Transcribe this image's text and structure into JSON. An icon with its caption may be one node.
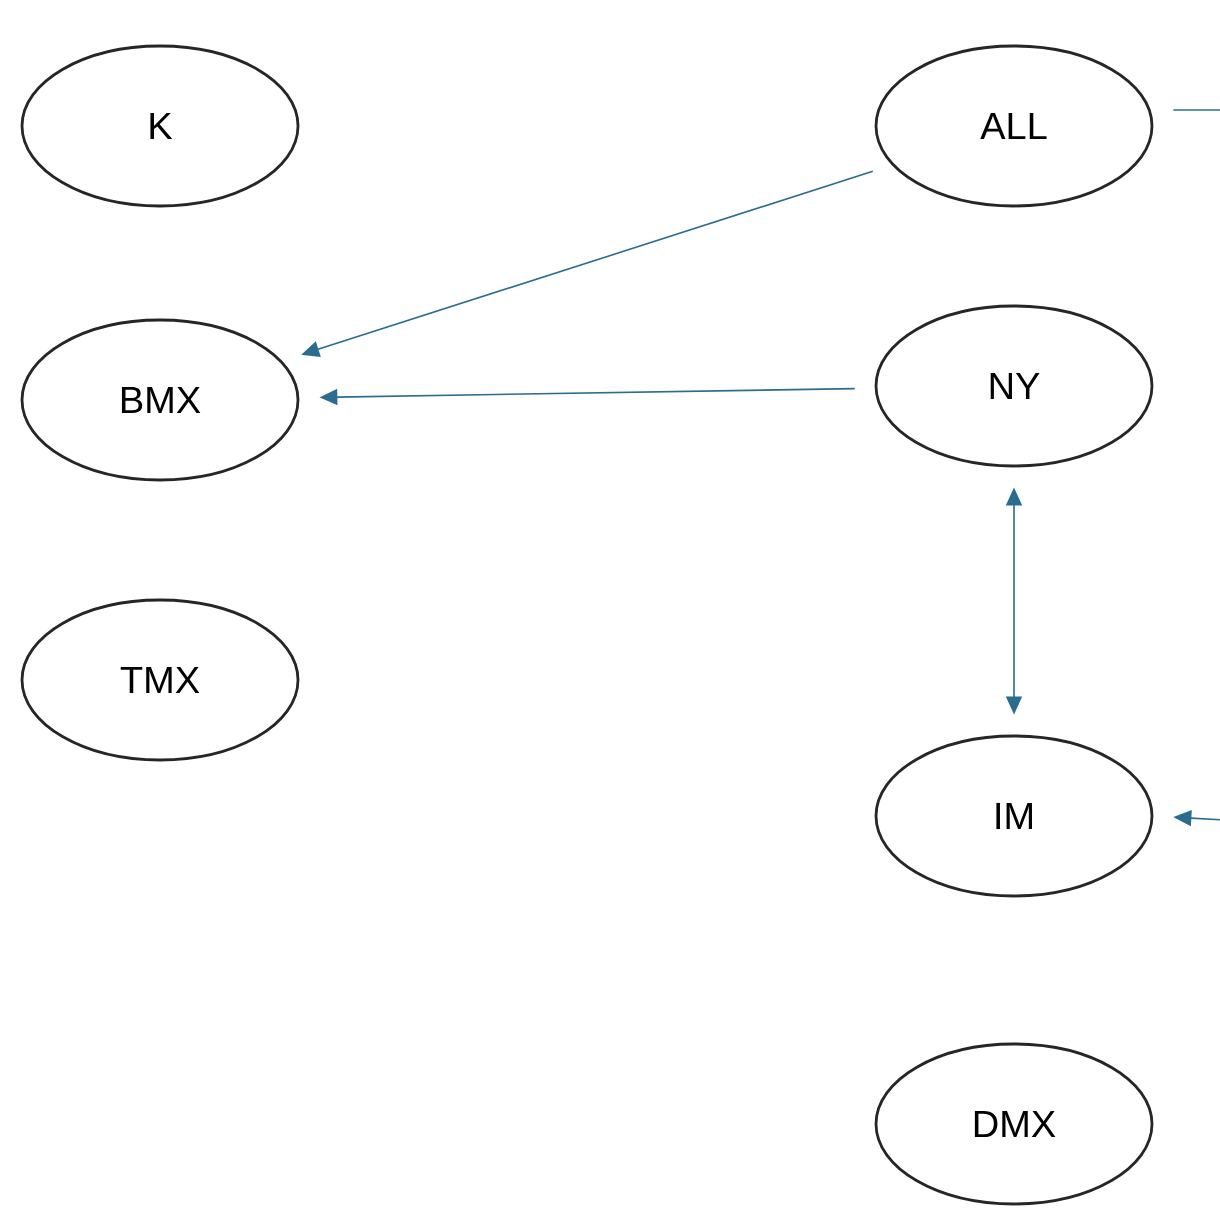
{
  "diagram": {
    "nodes": [
      {
        "text": [
          "K"
        ]
      },
      {
        "text": [
          "ALL"
        ]
      },
      {
        "text": [
          "BMX"
        ]
      },
      {
        "text": [
          "NY"
        ]
      },
      {
        "text": [
          "TMX"
        ]
      },
      {
        "text": [
          "IM"
        ]
      },
      {
        "text": [
          "DMX"
        ]
      }
    ],
    "edges": [
      {
        "from": 1,
        "to": 2,
        "arrow": "to"
      },
      {
        "from": 3,
        "to": 2,
        "arrow": "to"
      },
      {
        "from": 3,
        "to": 5,
        "arrow": "both"
      },
      {
        "from": 1,
        "to": null,
        "arrow": "none"
      },
      {
        "from": null,
        "to": 5,
        "arrow": "to"
      }
    ]
  }
}
